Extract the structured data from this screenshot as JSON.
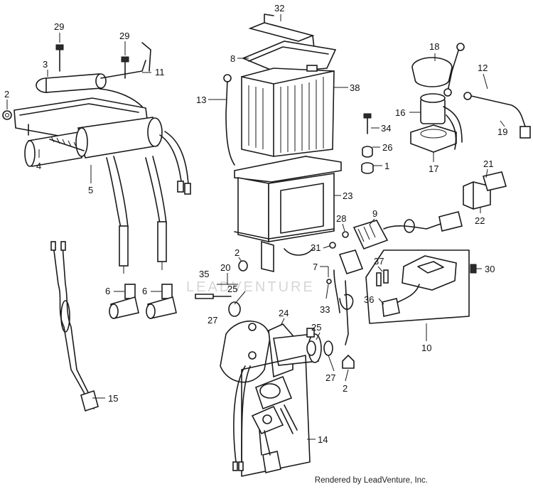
{
  "watermark": "LEADVENTURE",
  "credit": "Rendered by LeadVenture, Inc.",
  "callouts": {
    "c2a": "2",
    "c29a": "29",
    "c29b": "29",
    "c3": "3",
    "c11": "11",
    "c4": "4",
    "c5": "5",
    "c6a": "6",
    "c6b": "6",
    "c15": "15",
    "c32": "32",
    "c8": "8",
    "c38": "38",
    "c13": "13",
    "c34": "34",
    "c26": "26",
    "c1": "1",
    "c23": "23",
    "c18": "18",
    "c16": "16",
    "c17": "17",
    "c12": "12",
    "c19": "19",
    "c21": "21",
    "c22": "22",
    "c9": "9",
    "c28": "28",
    "c31": "31",
    "c2b": "2",
    "c35": "35",
    "c20": "20",
    "c25a": "25",
    "c27a": "27",
    "c7": "7",
    "c33": "33",
    "c24": "24",
    "c25b": "25",
    "c27b": "27",
    "c2c": "2",
    "c37": "37",
    "c36": "36",
    "c30": "30",
    "c10": "10",
    "c14": "14"
  }
}
